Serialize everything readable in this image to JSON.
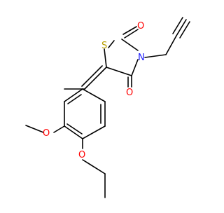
{
  "molecule": {
    "atom_labels": {
      "sulfur": "S",
      "nitrogen": "N",
      "carbonyl_oxygen_top": "O",
      "carbonyl_oxygen_bottom": "O",
      "methoxy_oxygen": "O",
      "ethoxy_oxygen": "O"
    },
    "colors": {
      "bond": "#000000",
      "sulfur": "#b8a000",
      "nitrogen": "#1a1aff",
      "oxygen": "#ff0000"
    }
  }
}
